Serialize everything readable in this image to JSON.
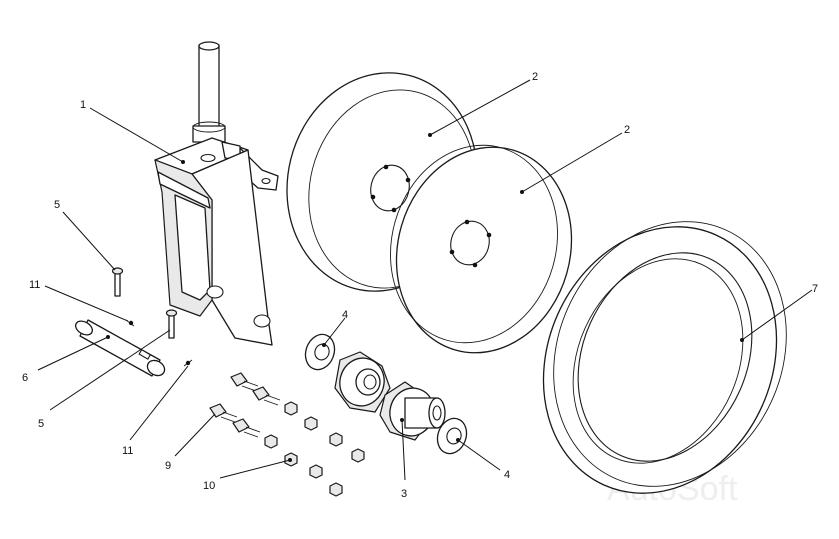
{
  "callouts": [
    {
      "id": "c1",
      "label": "1"
    },
    {
      "id": "c2a",
      "label": "2"
    },
    {
      "id": "c2b",
      "label": "2"
    },
    {
      "id": "c3",
      "label": "3"
    },
    {
      "id": "c4a",
      "label": "4"
    },
    {
      "id": "c4b",
      "label": "4"
    },
    {
      "id": "c5a",
      "label": "5"
    },
    {
      "id": "c5b",
      "label": "5"
    },
    {
      "id": "c6",
      "label": "6"
    },
    {
      "id": "c7",
      "label": "7"
    },
    {
      "id": "c9",
      "label": "9"
    },
    {
      "id": "c10",
      "label": "10"
    },
    {
      "id": "c11a",
      "label": "11"
    },
    {
      "id": "c11b",
      "label": "11"
    }
  ],
  "watermark": "AutoSoft"
}
